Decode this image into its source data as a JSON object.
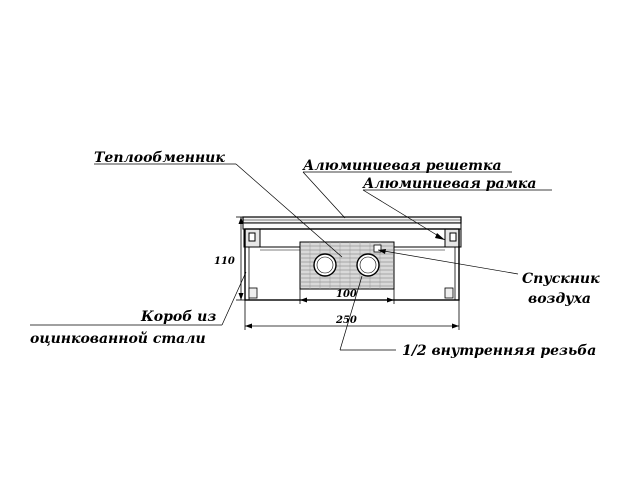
{
  "labels": {
    "heat_exchanger": "Теплообменник",
    "aluminum_grille": "Алюминиевая решетка",
    "aluminum_frame": "Алюминиевая рамка",
    "air_vent_line1": "Спускник",
    "air_vent_line2": "воздуха",
    "box_line1": "Короб из",
    "box_line2": "оцинкованной стали",
    "thread": "1/2 внутренняя резьба"
  },
  "dimensions": {
    "height": "110",
    "inner_width": "100",
    "total_width": "250"
  }
}
